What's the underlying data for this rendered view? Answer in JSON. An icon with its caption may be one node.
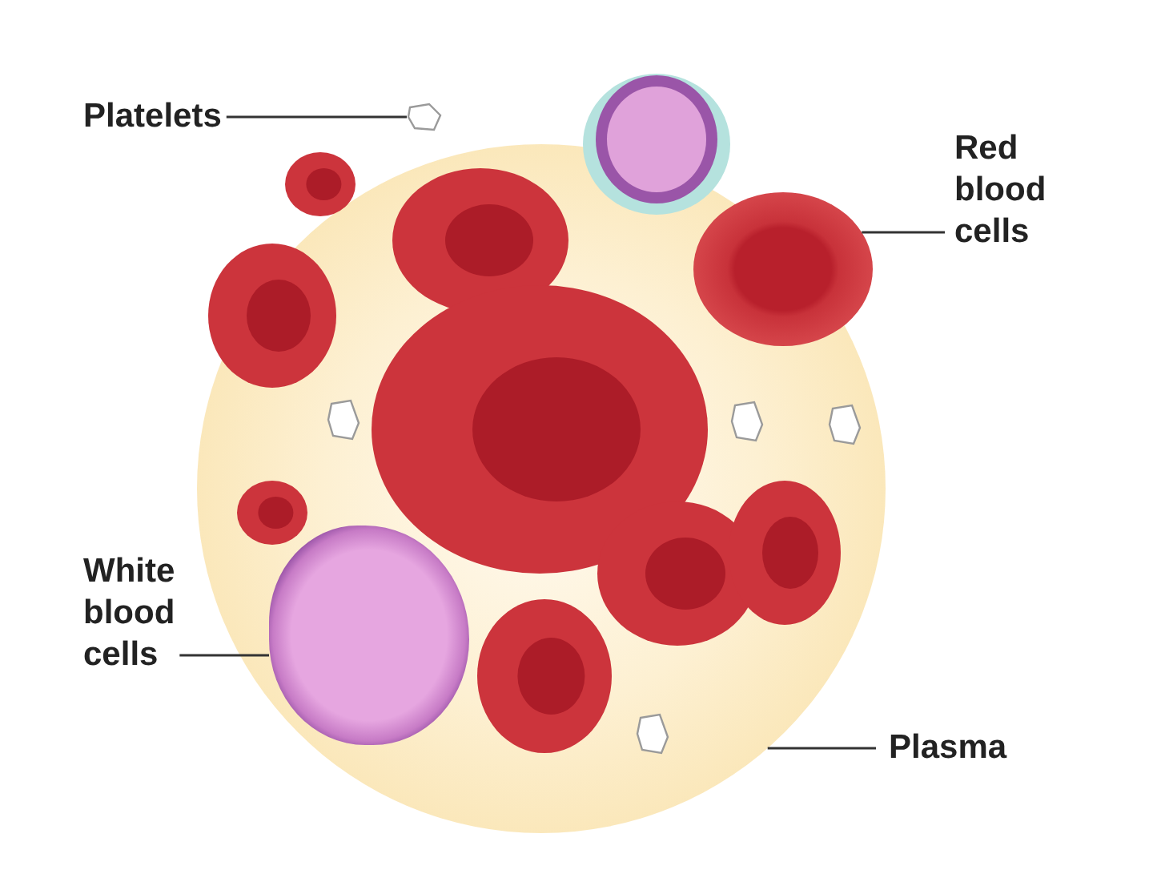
{
  "diagram": {
    "nodes": [
      {
        "text": [
          "Platelets"
        ]
      },
      {
        "text": [
          "Red blood cells"
        ]
      },
      {
        "text": [
          "White blood cells"
        ]
      },
      {
        "text": [
          "Plasma"
        ]
      },
      {
        "text": [],
        "shape": "circle"
      },
      {
        "text": [],
        "shape": "picture"
      },
      {
        "text": [],
        "shape": "picture",
        "in": 4
      },
      {
        "text": [],
        "shape": "picture",
        "in": 4
      }
    ],
    "edges": [
      {
        "from": 0,
        "to": 5,
        "arrow": "none"
      },
      {
        "from": 1,
        "to": 6,
        "arrow": "none"
      },
      {
        "from": 2,
        "to": 7,
        "arrow": "none"
      },
      {
        "from": 3,
        "to": 4,
        "arrow": "none"
      }
    ]
  }
}
